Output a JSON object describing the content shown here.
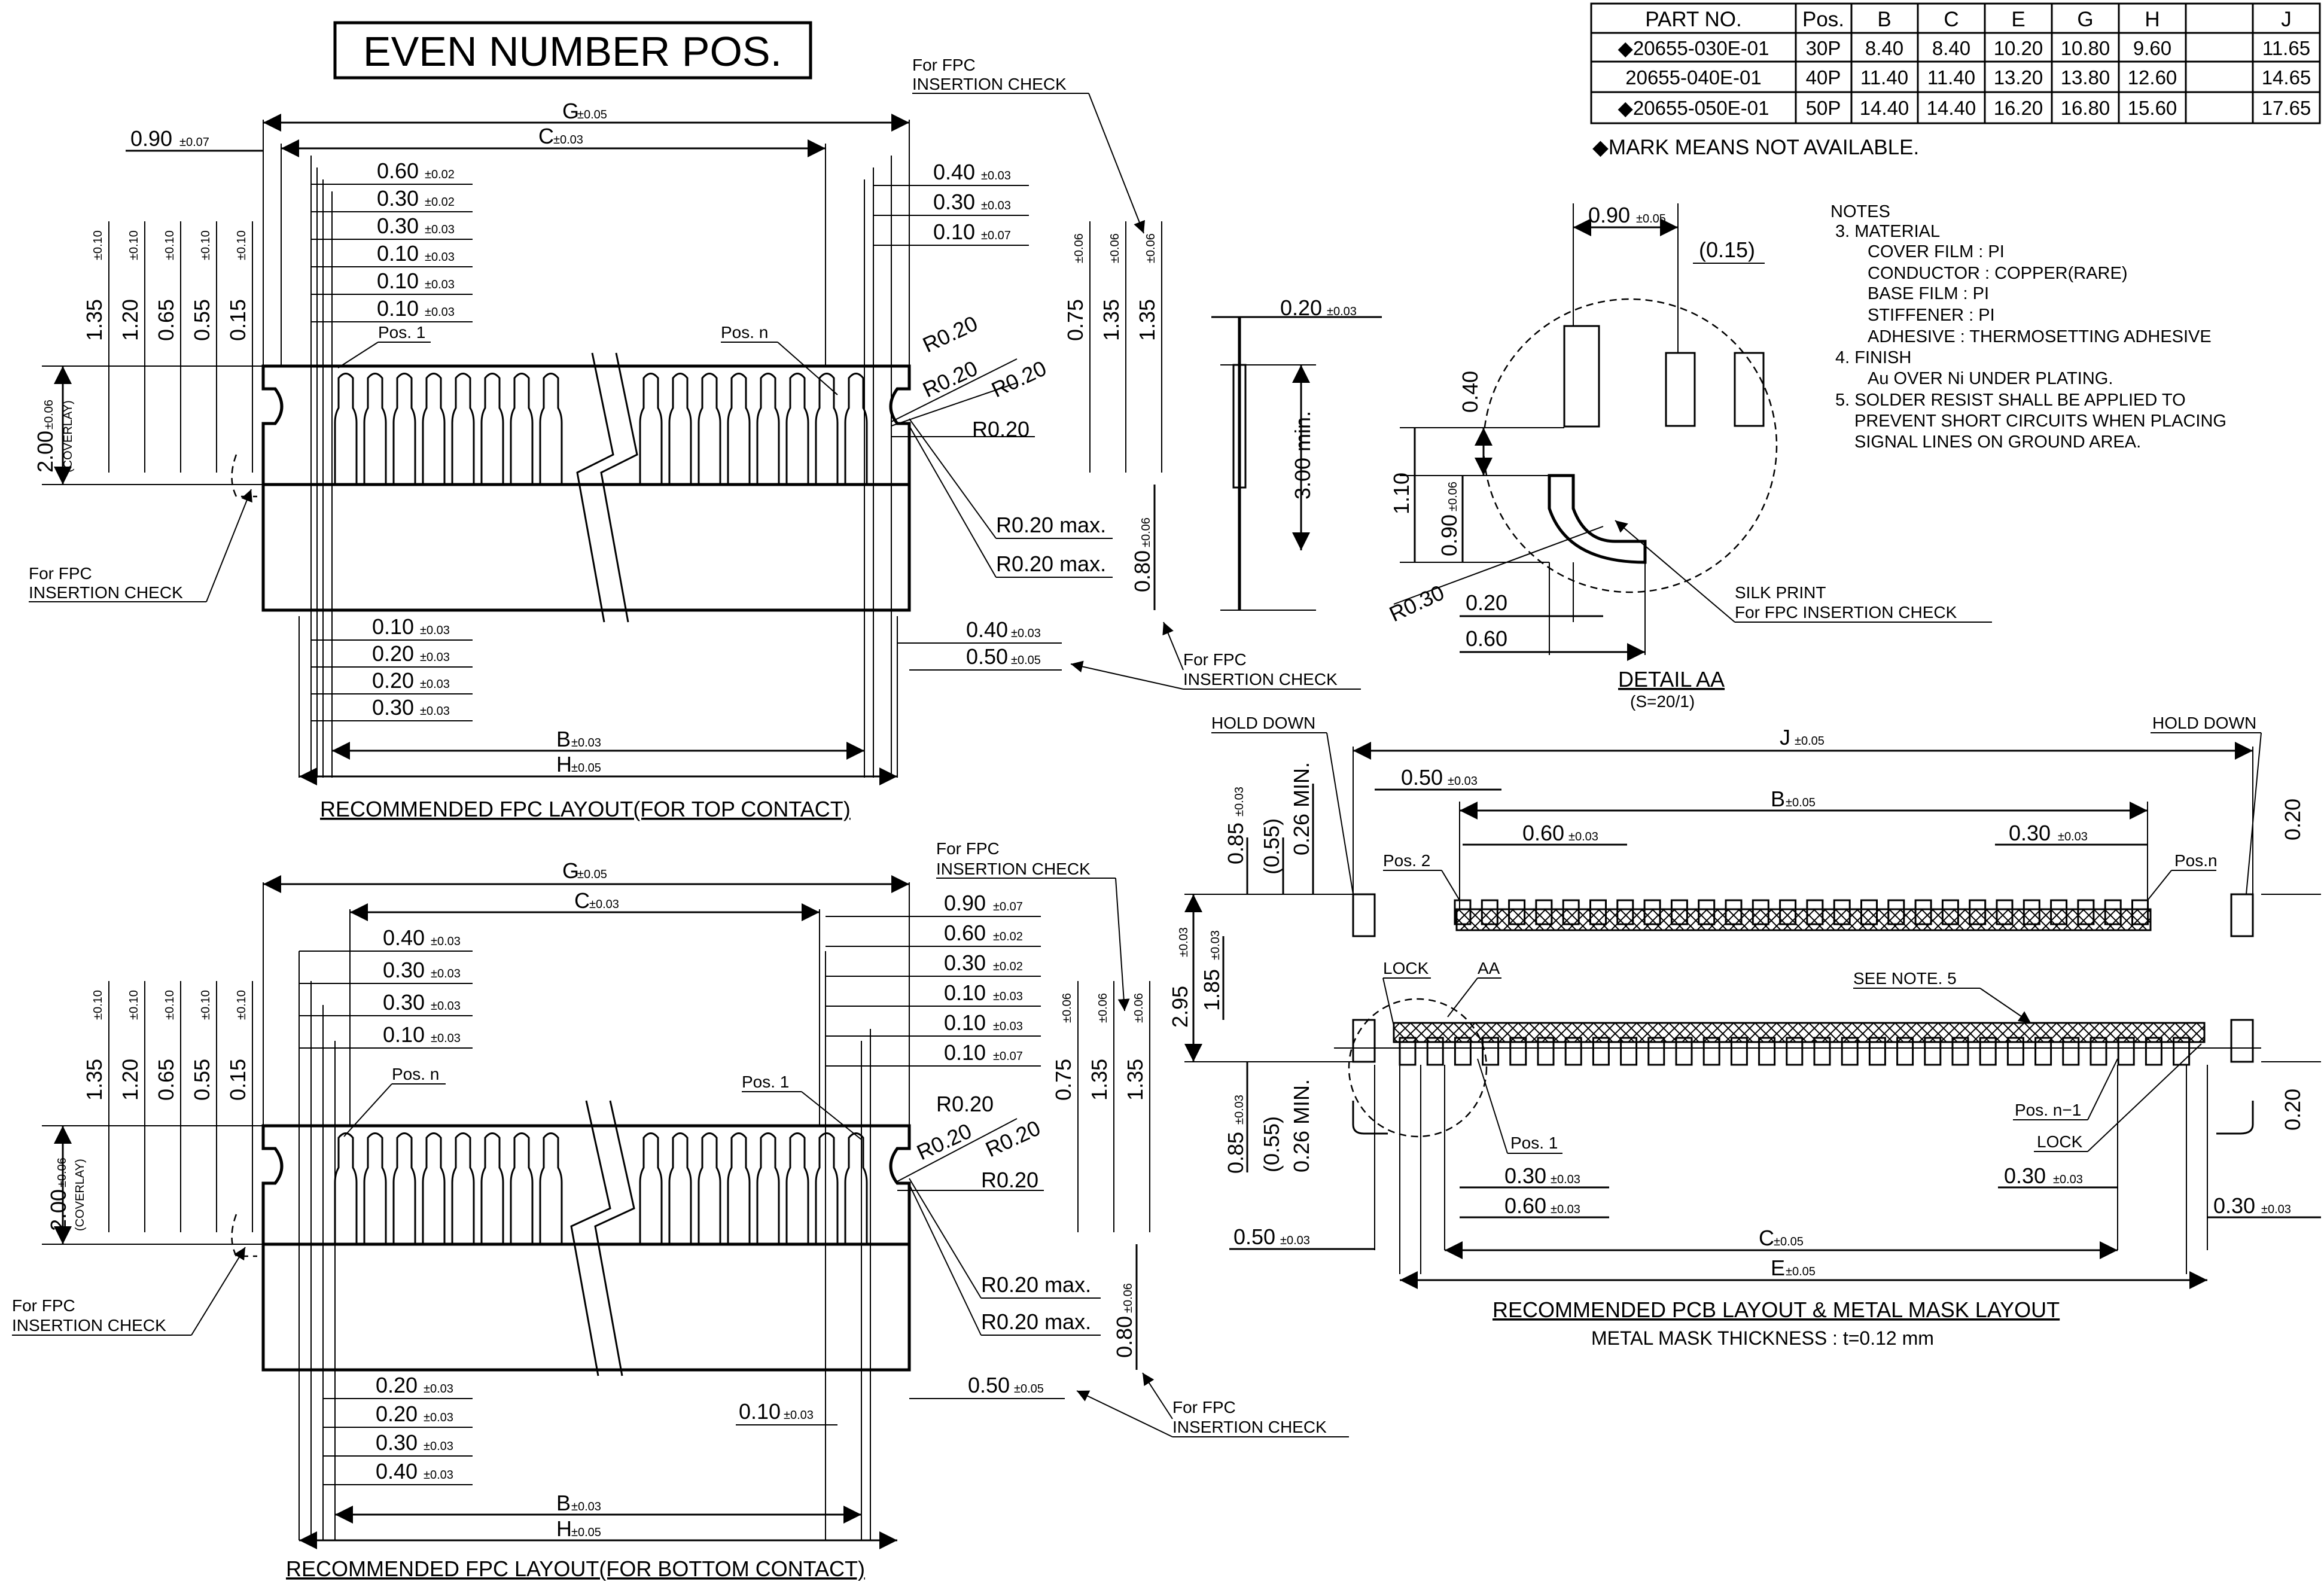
{
  "title": "EVEN NUMBER POS.",
  "fpc_check": [
    "For FPC",
    "INSERTION CHECK"
  ],
  "part_table": {
    "headers": [
      "PART NO.",
      "Pos.",
      "B",
      "C",
      "E",
      "G",
      "H",
      "J"
    ],
    "rows": [
      {
        "part": "◆20655-030E-01",
        "pos": "30P",
        "B": "8.40",
        "C": "8.40",
        "E": "10.20",
        "G": "10.80",
        "H": "9.60",
        "J": "11.65"
      },
      {
        "part": "20655-040E-01",
        "pos": "40P",
        "B": "11.40",
        "C": "11.40",
        "E": "13.20",
        "G": "13.80",
        "H": "12.60",
        "J": "14.65"
      },
      {
        "part": "◆20655-050E-01",
        "pos": "50P",
        "B": "14.40",
        "C": "14.40",
        "E": "16.20",
        "G": "16.80",
        "H": "15.60",
        "J": "17.65"
      }
    ],
    "footnote": "◆MARK MEANS NOT AVAILABLE."
  },
  "notes": {
    "heading": "NOTES",
    "lines": [
      "3. MATERIAL",
      "COVER FILM : PI",
      "CONDUCTOR : COPPER(RARE)",
      "BASE FILM : PI",
      "STIFFENER : PI",
      "ADHESIVE : THERMOSETTING ADHESIVE",
      "4. FINISH",
      "Au OVER Ni UNDER PLATING.",
      "5. SOLDER RESIST SHALL BE APPLIED TO",
      "PREVENT SHORT CIRCUITS WHEN PLACING",
      "SIGNAL LINES ON GROUND AREA."
    ]
  },
  "top_layout": {
    "caption": "RECOMMENDED FPC LAYOUT(FOR TOP CONTACT)",
    "G": "G",
    "C": "C",
    "B": "B",
    "H": "H",
    "tol05": "±0.05",
    "tol03": "±0.03",
    "tol02": "±0.02",
    "tol07": "±0.07",
    "tol10": "±0.10",
    "tol06": "±0.06",
    "left_stack": [
      "0.60",
      "0.30",
      "0.30",
      "0.10",
      "0.10",
      "0.10"
    ],
    "left_stack_tol": [
      "±0.02",
      "±0.02",
      "±0.03",
      "±0.03",
      "±0.03",
      "±0.03"
    ],
    "right_stack": [
      "0.40",
      "0.30",
      "0.10"
    ],
    "right_stack_tol": [
      "±0.03",
      "±0.03",
      "±0.07"
    ],
    "offset": "0.90",
    "vert_left": [
      "1.35",
      "1.20",
      "0.65",
      "0.55",
      "0.15"
    ],
    "vert_right": [
      "0.75",
      "1.35",
      "1.35"
    ],
    "height": "2.00",
    "coverlay": "(COVERLAY)",
    "pos1": "Pos. 1",
    "posn": "Pos. n",
    "radii": [
      "R0.20",
      "R0.20",
      "R0.20",
      "R0.20"
    ],
    "rmax": [
      "R0.20 max.",
      "R0.20 max."
    ],
    "bottom_stack": [
      "0.10",
      "0.20",
      "0.20",
      "0.30"
    ],
    "bottom_right": [
      "0.40",
      "0.50"
    ],
    "h080": "0.80"
  },
  "bottom_layout": {
    "caption": "RECOMMENDED FPC LAYOUT(FOR BOTTOM CONTACT)",
    "left_stack": [
      "0.40",
      "0.30",
      "0.30",
      "0.10"
    ],
    "left_stack_tol": [
      "±0.03",
      "±0.03",
      "±0.03",
      "±0.03"
    ],
    "right_stack": [
      "0.90",
      "0.60",
      "0.30",
      "0.10",
      "0.10",
      "0.10"
    ],
    "right_stack_tol": [
      "±0.07",
      "±0.02",
      "±0.02",
      "±0.03",
      "±0.03",
      "±0.07"
    ],
    "posn": "Pos. n",
    "pos1": "Pos. 1",
    "bottom_stack": [
      "0.20",
      "0.20",
      "0.30",
      "0.40"
    ],
    "mid": "0.10",
    "right_b": "0.50"
  },
  "side_view": {
    "thick": "0.20",
    "len": "3.00 min."
  },
  "detail": {
    "title": "DETAIL AA",
    "scale": "(S=20/1)",
    "w": "0.90",
    "ref": "(0.15)",
    "h040": "0.40",
    "h110": "1.10",
    "h090": "0.90",
    "r": "R0.30",
    "a": "0.20",
    "b": "0.60",
    "silk": [
      "SILK PRINT",
      "For FPC INSERTION CHECK"
    ]
  },
  "pcb": {
    "caption": "RECOMMENDED PCB LAYOUT & METAL MASK LAYOUT",
    "caption2": "METAL MASK THICKNESS : t=0.12 mm",
    "hold": "HOLD DOWN",
    "J": "J",
    "B": "B",
    "C": "C",
    "E": "E",
    "p050": "0.50",
    "p060": "0.60",
    "p030": "0.30",
    "pos2": "Pos. 2",
    "posn": "Pos.n",
    "lock": "LOCK",
    "aa": "AA",
    "note5": "SEE NOTE. 5",
    "pos1": "Pos. 1",
    "posn1": "Pos. n−1",
    "v085": "0.85",
    "v055": "(0.55)",
    "v026": "0.26 MIN.",
    "v295": "2.95",
    "v185": "1.85",
    "v020": "0.20",
    "b030a": "0.30",
    "b060": "0.60",
    "b030b": "0.30",
    "b030c": "0.30",
    "b050": "0.50"
  }
}
